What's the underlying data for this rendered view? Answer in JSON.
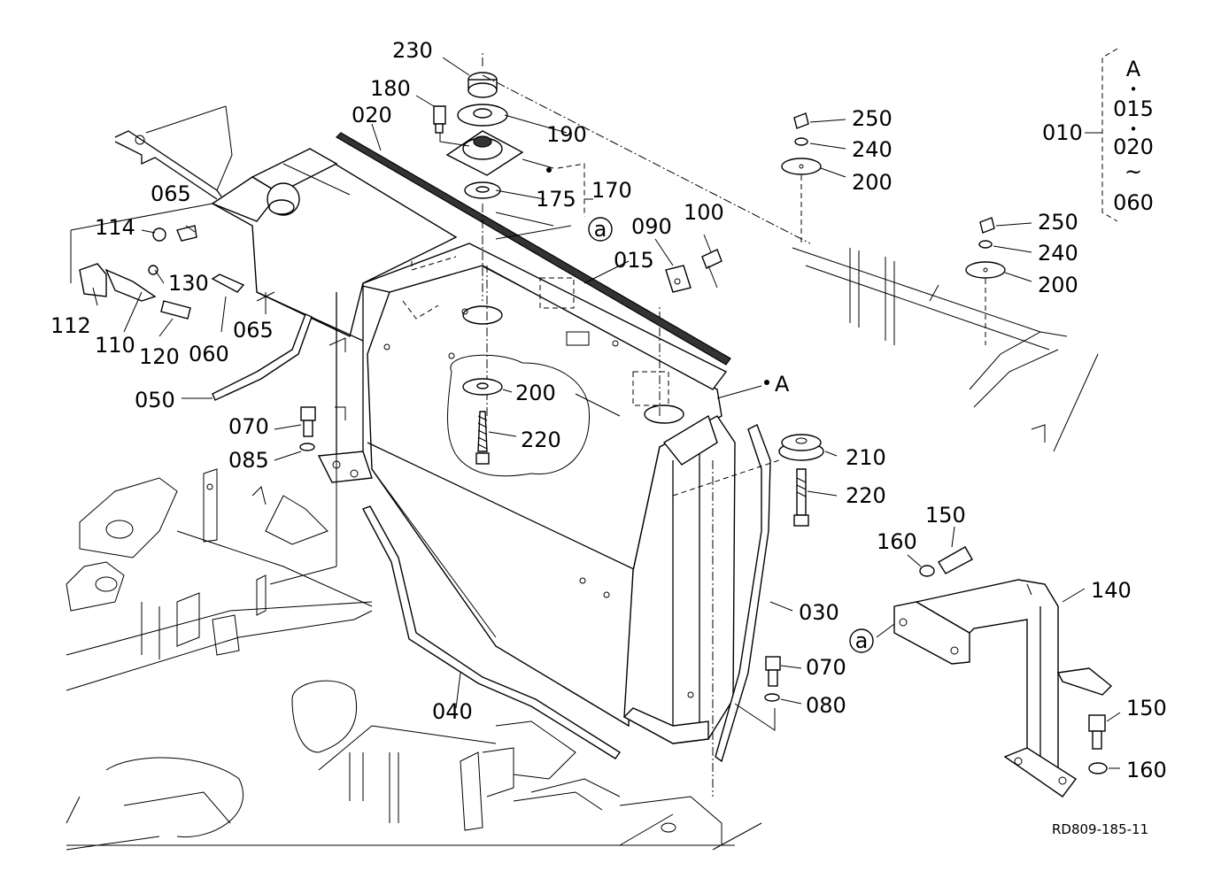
{
  "labels": {
    "p230": "230",
    "p180": "180",
    "p020": "020",
    "p190": "190",
    "p170": "170",
    "p175": "175",
    "p065a": "065",
    "p065b": "065",
    "p114": "114",
    "p130": "130",
    "p112": "112",
    "p110": "110",
    "p120": "120",
    "p060": "060",
    "p050": "050",
    "p015": "015",
    "p090": "090",
    "p100": "100",
    "p200a": "200",
    "p220a": "220",
    "p070a": "070",
    "p085": "085",
    "pA": "A",
    "p250a": "250",
    "p240a": "240",
    "p200b": "200",
    "p250b": "250",
    "p240b": "240",
    "p200c": "200",
    "p210": "210",
    "p220b": "220",
    "p150a": "150",
    "p160a": "160",
    "p140": "140",
    "p030": "030",
    "p070b": "070",
    "p080": "080",
    "p040": "040",
    "p150b": "150",
    "p160b": "160",
    "circle_a1": "a",
    "circle_a2": "a"
  },
  "legend": {
    "group": "010",
    "items": [
      "A",
      "015",
      "020",
      "060"
    ],
    "separators": [
      "•",
      "•",
      "~"
    ]
  },
  "drawing_code": "RD809-185-11"
}
